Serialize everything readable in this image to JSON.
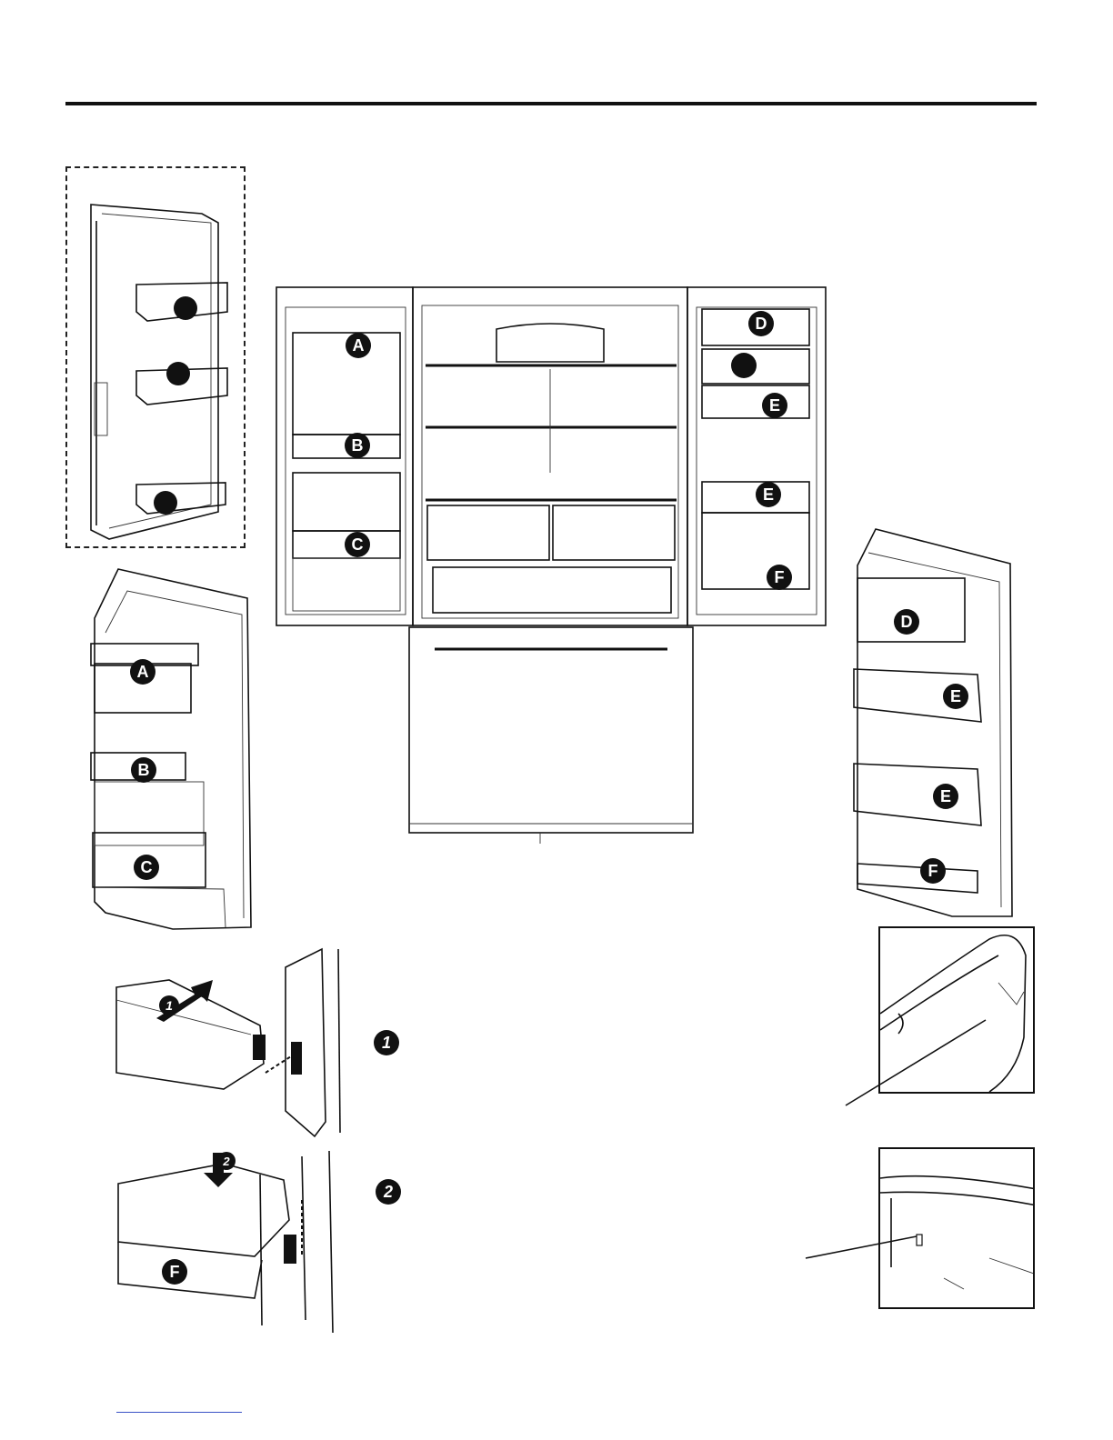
{
  "labels": {
    "shelf_a": "A",
    "shelf_b": "B",
    "shelf_c": "C",
    "shelf_d": "D",
    "shelf_e": "E",
    "shelf_f": "F"
  },
  "steps": {
    "step_1": "1",
    "step_2": "2"
  },
  "colors": {
    "ink": "#111111",
    "badge": "#111111",
    "link_underline": "#3a52c6"
  }
}
